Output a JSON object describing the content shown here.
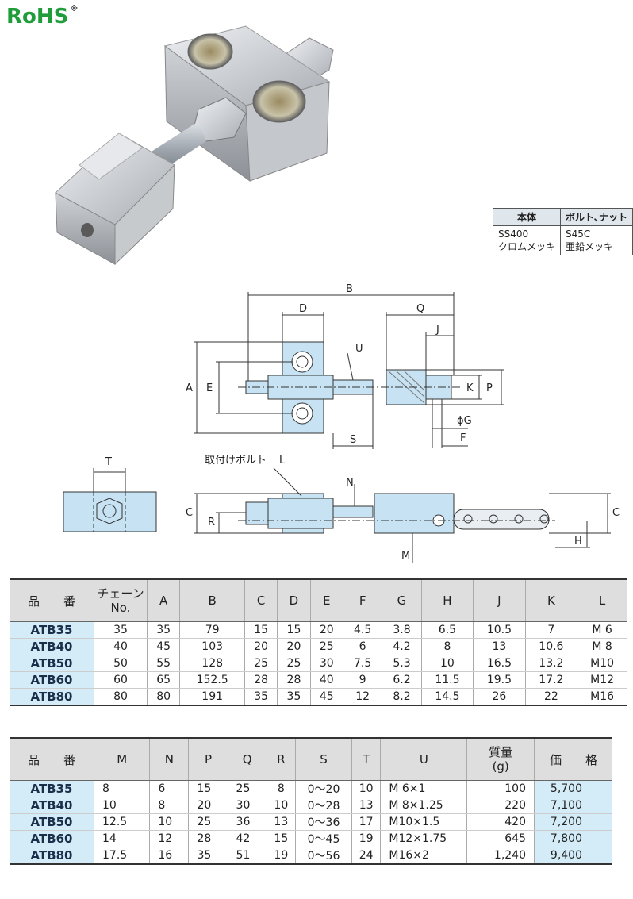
{
  "logo": {
    "text": "RoHS",
    "mark": "※"
  },
  "material": {
    "headers": [
      "本体",
      "ボルト､ナット"
    ],
    "body": [
      "SS400",
      "クロムメッキ"
    ],
    "bolt": [
      "S45C",
      "亜鉛メッキ"
    ]
  },
  "drawing": {
    "dim_labels": [
      "B",
      "D",
      "Q",
      "J",
      "U",
      "A",
      "E",
      "K",
      "P",
      "ϕG",
      "F",
      "S",
      "T",
      "L",
      "N",
      "C",
      "R",
      "M",
      "H"
    ],
    "bolt_note": "取付けボルト"
  },
  "table1": {
    "headers": [
      "品　　番",
      "チェーン\nNo.",
      "A",
      "B",
      "C",
      "D",
      "E",
      "F",
      "G",
      "H",
      "J",
      "K",
      "L"
    ],
    "rows": [
      [
        "ATB35",
        "35",
        "35",
        "79",
        "15",
        "15",
        "20",
        "4.5",
        "3.8",
        "6.5",
        "10.5",
        "7",
        "M 6"
      ],
      [
        "ATB40",
        "40",
        "45",
        "103",
        "20",
        "20",
        "25",
        "6",
        "4.2",
        "8",
        "13",
        "10.6",
        "M 8"
      ],
      [
        "ATB50",
        "50",
        "55",
        "128",
        "25",
        "25",
        "30",
        "7.5",
        "5.3",
        "10",
        "16.5",
        "13.2",
        "M10"
      ],
      [
        "ATB60",
        "60",
        "65",
        "152.5",
        "28",
        "28",
        "40",
        "9",
        "6.2",
        "11.5",
        "19.5",
        "17.2",
        "M12"
      ],
      [
        "ATB80",
        "80",
        "80",
        "191",
        "35",
        "35",
        "45",
        "12",
        "8.2",
        "14.5",
        "26",
        "22",
        "M16"
      ]
    ]
  },
  "table2": {
    "headers": [
      "品　　番",
      "M",
      "N",
      "P",
      "Q",
      "R",
      "S",
      "T",
      "U",
      "質量\n(g)",
      "価　　格"
    ],
    "rows": [
      [
        "ATB35",
        "8",
        "6",
        "15",
        "25",
        "8",
        "0～20",
        "10",
        "M 6×1",
        "100",
        "5,700"
      ],
      [
        "ATB40",
        "10",
        "8",
        "20",
        "30",
        "10",
        "0～28",
        "13",
        "M 8×1.25",
        "220",
        "7,100"
      ],
      [
        "ATB50",
        "12.5",
        "10",
        "25",
        "36",
        "13",
        "0～36",
        "17",
        "M10×1.5",
        "420",
        "7,200"
      ],
      [
        "ATB60",
        "14",
        "12",
        "28",
        "42",
        "15",
        "0～45",
        "19",
        "M12×1.75",
        "645",
        "7,800"
      ],
      [
        "ATB80",
        "17.5",
        "16",
        "35",
        "51",
        "19",
        "0～56",
        "24",
        "M16×2",
        "1,240",
        "9,400"
      ]
    ]
  }
}
